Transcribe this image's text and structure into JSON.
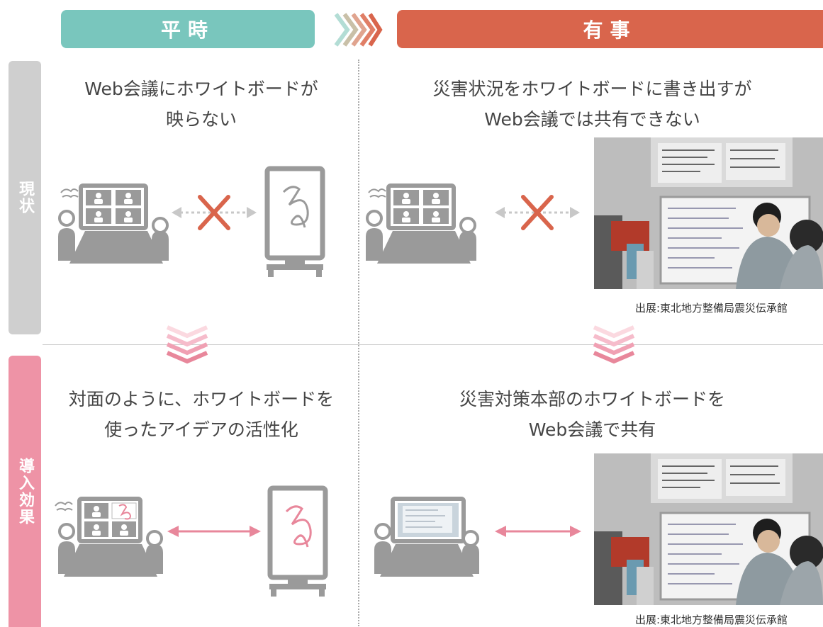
{
  "header": {
    "normal_label": "平時",
    "emergency_label": "有事",
    "normal_color": "#79c6bd",
    "emergency_color": "#d9654c"
  },
  "rows": {
    "current_label": "現状",
    "effect_label": "導入効果",
    "current_color": "#cfcfcf",
    "effect_color": "#ee93a6"
  },
  "cells": {
    "current_normal": {
      "line1": "Web会議にホワイトボードが",
      "line2": "映らない"
    },
    "current_emergency": {
      "line1": "災害状況をホワイトボードに書き出すが",
      "line2": "Web会議では共有できない"
    },
    "effect_normal": {
      "line1": "対面のように、ホワイトボードを",
      "line2": "使ったアイデアの活性化"
    },
    "effect_emergency": {
      "line1": "災害対策本部のホワイトボードを",
      "line2": "Web会議で共有"
    }
  },
  "photo_source": "出展:東北地方整備局震災伝承館",
  "icons": {
    "meeting": "video-conference-icon",
    "whiteboard": "whiteboard-icon",
    "blocked": "cross-icon",
    "connected": "double-arrow-icon",
    "transition": "chevron-down-icon"
  },
  "colors": {
    "gray_icon": "#9a9a9a",
    "cross": "#d9654c",
    "pink": "#e8879b",
    "divider": "#cccccc"
  }
}
